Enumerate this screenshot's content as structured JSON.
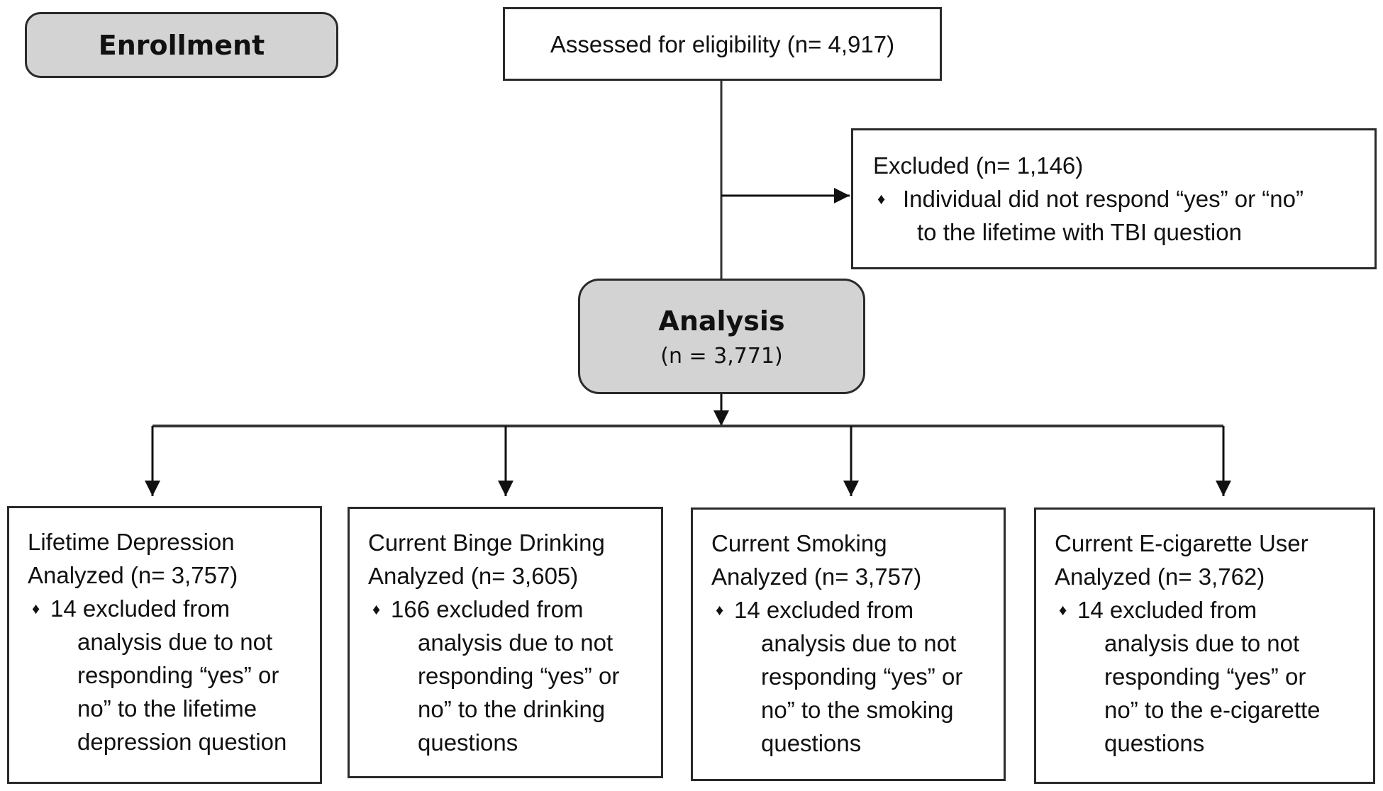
{
  "enrollment": {
    "label": "Enrollment"
  },
  "assessed": {
    "text": "Assessed for eligibility (n= 4,917)"
  },
  "excluded": {
    "title": "Excluded (n= 1,146)",
    "bullet": "♦",
    "reason_line1": "Individual did not respond “yes” or “no”",
    "reason_line2": "to the lifetime with TBI question"
  },
  "analysis": {
    "title": "Analysis",
    "n": "(n = 3,771)"
  },
  "outcomes": [
    {
      "title": "Lifetime Depression",
      "analyzed": "Analyzed (n= 3,757)",
      "bullet": "♦",
      "excl_line1": "14 excluded from",
      "lines": [
        "analysis due to not",
        "responding “yes” or",
        "no” to the lifetime",
        "depression question"
      ]
    },
    {
      "title": "Current Binge Drinking",
      "analyzed": "Analyzed (n= 3,605)",
      "bullet": "♦",
      "excl_line1": "166 excluded from",
      "lines": [
        "analysis due to not",
        "responding “yes” or",
        "no” to the drinking",
        "questions"
      ]
    },
    {
      "title": "Current Smoking",
      "analyzed": "Analyzed (n= 3,757)",
      "bullet": "♦",
      "excl_line1": "14 excluded from",
      "lines": [
        "analysis due to not",
        "responding “yes” or",
        "no” to the smoking",
        "questions"
      ]
    },
    {
      "title": "Current E-cigarette User",
      "analyzed": "Analyzed (n= 3,762)",
      "bullet": "♦",
      "excl_line1": "14 excluded from",
      "lines": [
        "analysis due to not",
        "responding “yes” or",
        "no” to the e-cigarette",
        "questions"
      ]
    }
  ],
  "colors": {
    "stage_fill": "#d3d3d3",
    "border": "#2a2a2a",
    "text": "#111111"
  }
}
